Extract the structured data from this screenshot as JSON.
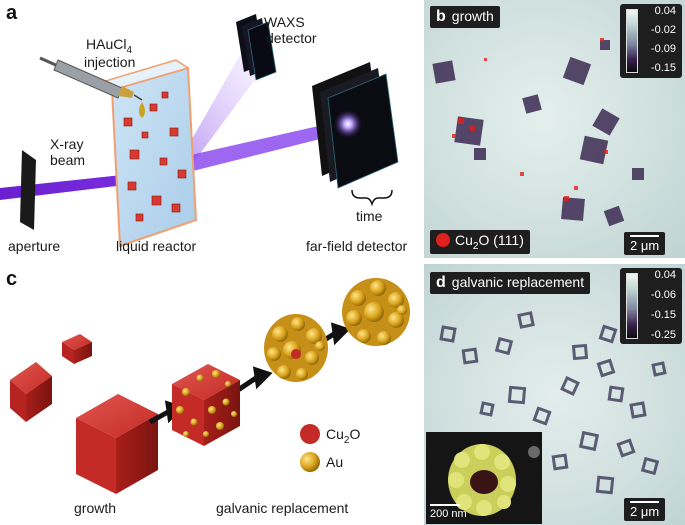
{
  "panels": {
    "a": {
      "letter": "a",
      "labels": {
        "injection_1": "HAuCl",
        "injection_sub": "4",
        "injection_2": "injection",
        "xray_1": "X-ray",
        "xray_2": "beam",
        "waxs_1": "WAXS",
        "waxs_2": "detector",
        "aperture": "aperture",
        "reactor": "liquid reactor",
        "farfield": "far-field detector",
        "time": "time"
      }
    },
    "b": {
      "letter": "b",
      "title": "growth",
      "colorbar_ticks": [
        "0.04",
        "-0.02",
        "-0.09",
        "-0.15"
      ],
      "legend_prefix": "Cu",
      "legend_sub": "2",
      "legend_suffix": "O (111)",
      "legend_color": "#e0201c",
      "scale": "2 μm"
    },
    "c": {
      "letter": "c",
      "growth": "growth",
      "replacement": "galvanic replacement",
      "legend_cu_prefix": "Cu",
      "legend_cu_sub": "2",
      "legend_cu_suffix": "O",
      "legend_au": "Au",
      "cu_color": "#c42a26",
      "au_color": "#d9a21a"
    },
    "d": {
      "letter": "d",
      "title": "galvanic replacement",
      "colorbar_ticks": [
        "0.04",
        "-0.06",
        "-0.15",
        "-0.25"
      ],
      "inset_scale": "200 nm",
      "scale": "2 μm"
    }
  }
}
